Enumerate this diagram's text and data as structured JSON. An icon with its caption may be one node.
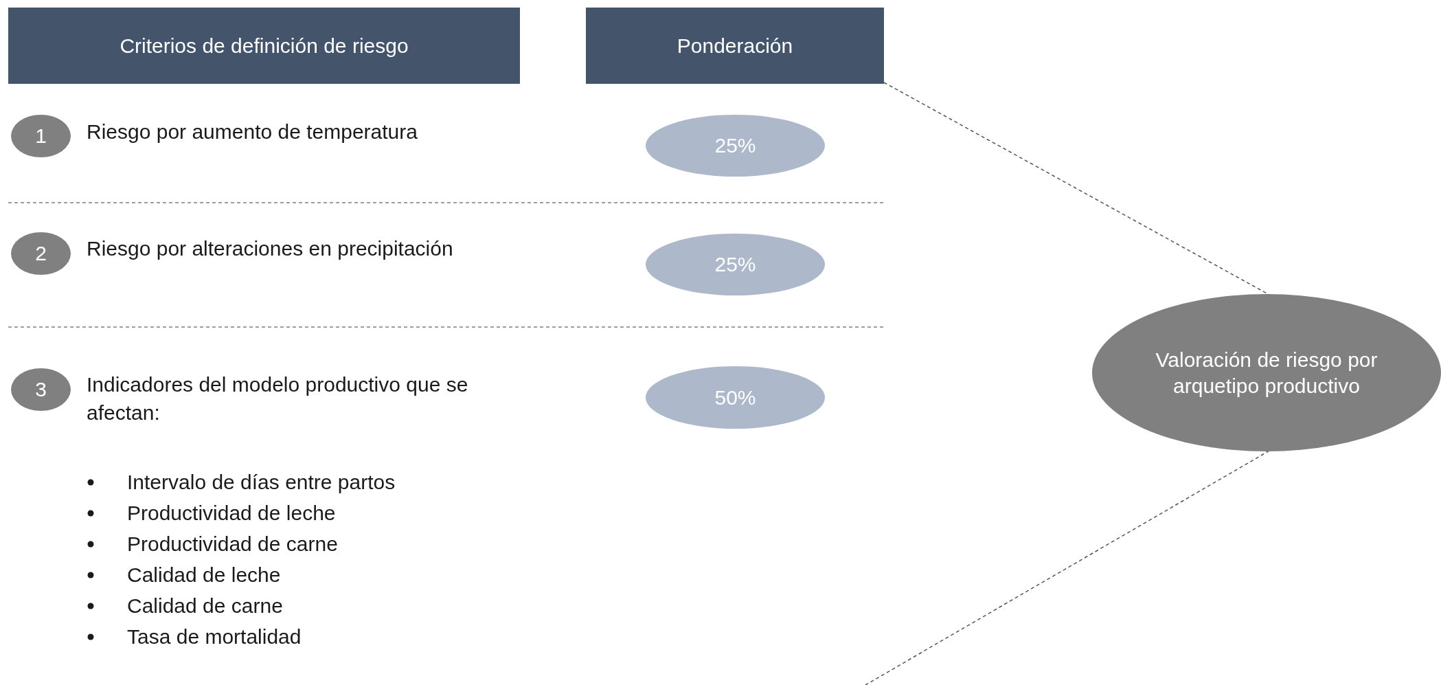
{
  "diagram": {
    "nodes": [
      {
        "text": [
          "Criterios de definición de riesgo"
        ]
      },
      {
        "text": [
          "Ponderación"
        ]
      },
      {
        "text": [
          "1"
        ],
        "beside": [
          "Riesgo por aumento de temperatura"
        ]
      },
      {
        "text": [
          "2"
        ],
        "beside": [
          "Riesgo por alteraciones en precipitación"
        ]
      },
      {
        "text": [
          "3"
        ],
        "beside": [
          "Indicadores del modelo productivo que se afectan:"
        ]
      },
      {
        "text": [
          "25%"
        ]
      },
      {
        "text": [
          "25%"
        ]
      },
      {
        "text": [
          "50%"
        ]
      },
      {
        "text": [
          "Valoración de riesgo por arquetipo productivo"
        ]
      }
    ],
    "edges": [
      {
        "from": 1,
        "to": 8,
        "arrow": "none",
        "style": "dashed"
      },
      {
        "from": 8,
        "to": null,
        "arrow": "none",
        "style": "dashed"
      }
    ],
    "labels": [
      "Intervalo de días entre partos",
      "Productividad de leche",
      "Productividad de carne",
      "Calidad de leche",
      "Calidad de carne",
      "Tasa de mortalidad"
    ]
  }
}
